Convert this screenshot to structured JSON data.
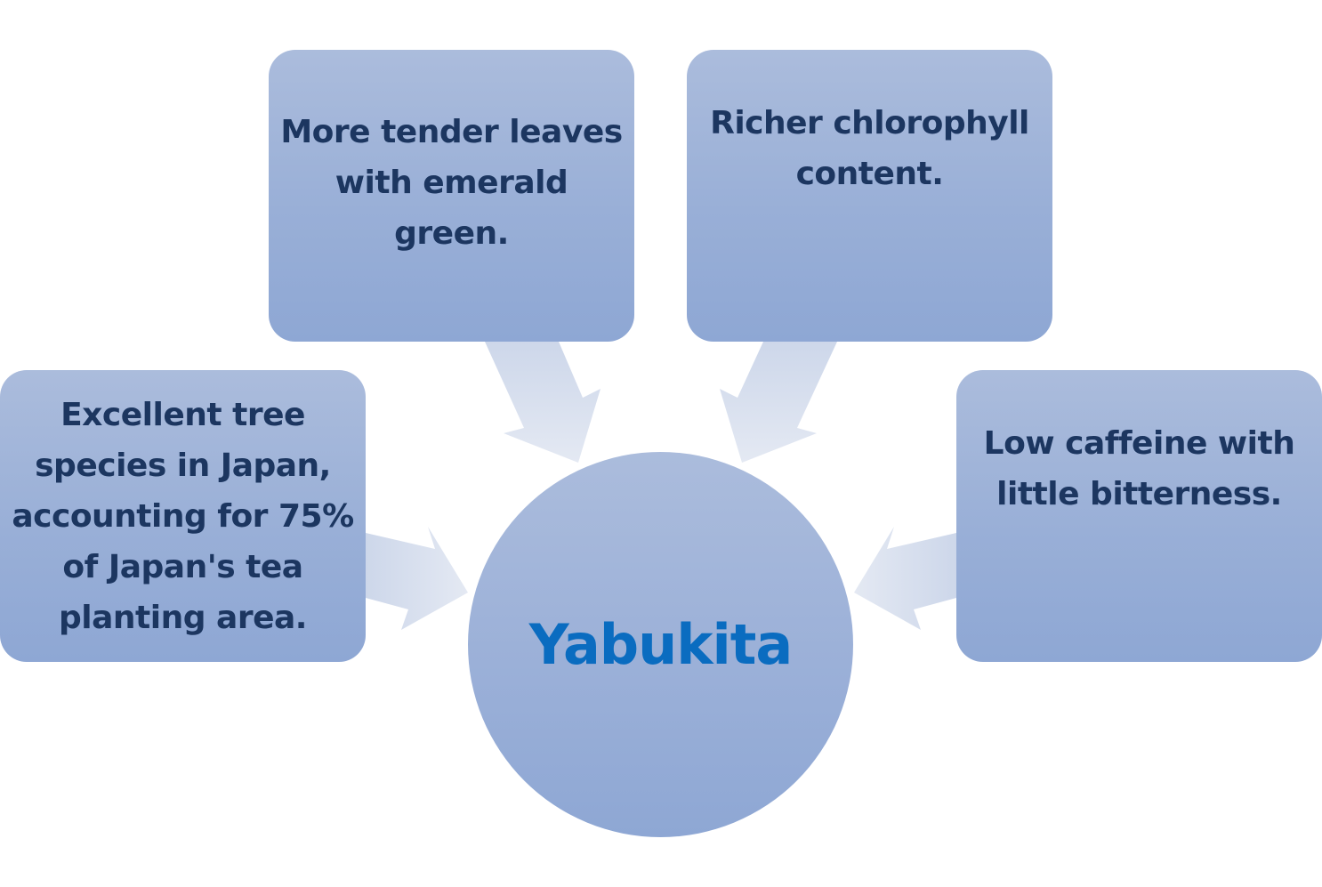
{
  "center": {
    "label": "Yabukita"
  },
  "boxes": {
    "top_left": "More tender leaves with emerald green.",
    "top_right": "Richer chlorophyll content.",
    "left": "Excellent tree species in Japan, accounting for 75% of Japan's tea planting area.",
    "right": "Low caffeine with little bitterness."
  },
  "colors": {
    "box_fill": "#9bb0d8",
    "box_text": "#1c3660",
    "center_text": "#0a6cc0",
    "arrow_fill": "#dbe2ef"
  }
}
